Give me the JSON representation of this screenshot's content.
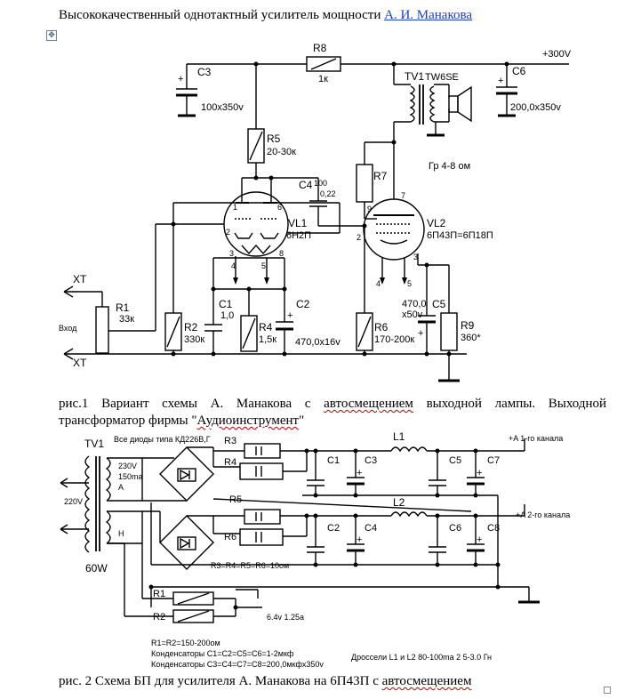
{
  "document": {
    "title_text": "Высококачественный однотактный усилитель мощности ",
    "title_link": "А. И. Манакова",
    "caption1_a": "рис.1 Вариант схемы А. Манакова с ",
    "caption1_b": "автосмещением",
    "caption1_c": " выходной лампы. Выходной трансформатор фирмы \"",
    "caption1_d": "Аудиоинструмент",
    "caption1_e": "\"",
    "caption2_a": "рис. 2 Схема БП для усилителя А. Манакова на 6П43П с ",
    "caption2_b": "автосмещением"
  },
  "amp": {
    "plus300": "+300V",
    "c3": "C3",
    "c3_val": "100x350v",
    "r8": "R8",
    "r8_val": "1к",
    "tv1": "TV1",
    "tv1_type": "TW6SE",
    "c6": "C6",
    "c6_val": "200,0x350v",
    "r5": "R5",
    "r5_val": "20-30к",
    "c4": "C4",
    "c4_val1": "100",
    "c4_val2": "0,22",
    "r7": "R7",
    "spk": "Гр 4-8 ом",
    "vl1": "VL1",
    "vl1_type": "6Н2П",
    "vl2": "VL2",
    "vl2_type": "6П43П=6П18П",
    "xt_top": "XT",
    "xt_bot": "XT",
    "input": "Вход",
    "r1": "R1",
    "r1_val": "33к",
    "r2": "R2",
    "r2_val": "330к",
    "c1": "C1",
    "c1_val": "1,0",
    "r4": "R4",
    "r4_val": "1,5к",
    "c2": "C2",
    "c2_val": "470,0x16v",
    "r6": "R6",
    "r6_val": "170-200к",
    "c5": "C5",
    "c5_val1": "470,0",
    "c5_val2": "x50v",
    "r9": "R9",
    "r9_val": "360*",
    "pin1": "1",
    "pin2": "2",
    "pin3": "3",
    "pin4": "4",
    "pin5": "5",
    "pin6": "6",
    "pin7": "7",
    "pin8": "8",
    "pin9": "9",
    "pl": "+",
    "pl2": "+",
    "pl3": "+",
    "pl4": "+"
  },
  "psu": {
    "tv1": "TV1",
    "diodes": "Все диоды типа КД226В,Г",
    "r3": "R3",
    "r4": "R4",
    "r5": "R5",
    "r6": "R6",
    "l1": "L1",
    "l2": "L2",
    "c1": "C1",
    "c2": "C2",
    "c3": "C3",
    "c4": "C4",
    "c5": "C5",
    "c6": "C6",
    "c7": "C7",
    "c8": "C8",
    "ch1": "+A 1-го канала",
    "ch2": "+A 2-го канала",
    "w230": "230V",
    "ma150": "150ma",
    "wa": "A",
    "v220": "220V",
    "wh": "H",
    "w60": "60W",
    "rr_eq": "R3=R4=R5=R6=10ом",
    "r1": "R1",
    "r2": "R2",
    "fil": "6.4v 1.25a",
    "r12": "R1=R2=150-200ом",
    "caps1": "Конденсаторы C1=C2=C5=C6=1-2мкф",
    "caps2": "Конденсаторы C3=C4=C7=C8=200,0мкфх350v",
    "chokes": "Дроссели L1 и L2  80-100ma   2 5-3.0 Гн",
    "p1": "+",
    "p2": "+",
    "p3": "+",
    "p4": "+"
  }
}
